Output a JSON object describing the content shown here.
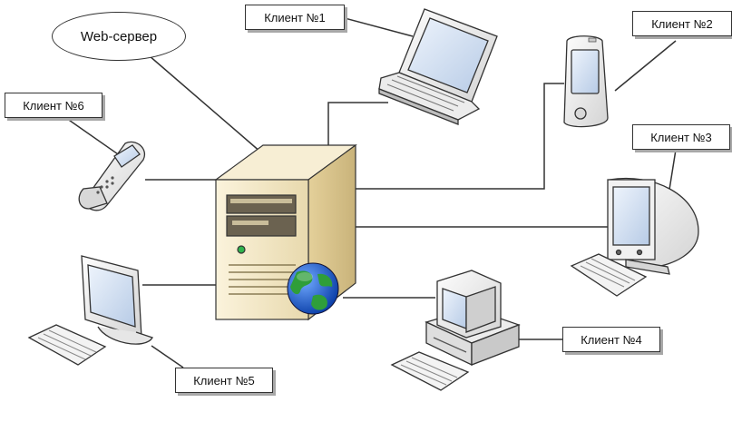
{
  "server": {
    "label": "Web-сервер"
  },
  "clients": [
    {
      "label": "Клиент №1"
    },
    {
      "label": "Клиент №2"
    },
    {
      "label": "Клиент №3"
    },
    {
      "label": "Клиент №4"
    },
    {
      "label": "Клиент №5"
    },
    {
      "label": "Клиент №6"
    }
  ],
  "colors": {
    "line": "#333333",
    "server_body": "#f2e6c4",
    "screen": "#c9daf0",
    "globe_sea": "#1f5fd6",
    "globe_land": "#2f9e3a"
  }
}
